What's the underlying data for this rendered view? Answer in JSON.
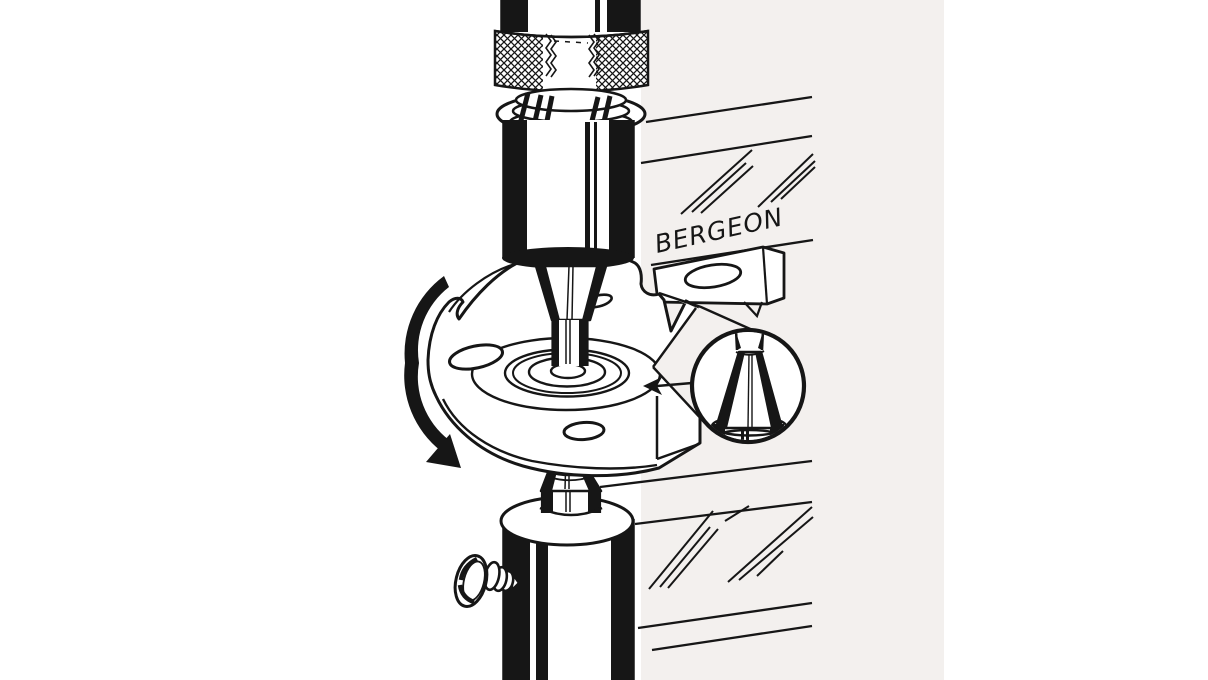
{
  "illustration": {
    "brand_label": "BERGEON",
    "palette": {
      "ink": "#161616",
      "paper": "#ffffff",
      "panel": "#f3f0ee"
    },
    "icons": {
      "rotation_arrow": "curved-arrow-counterclockwise",
      "detail_pointer": "arrow-left",
      "detail_inset": "magnifier-circle",
      "reflection_marks": "double-slash-glass-reflections"
    }
  }
}
